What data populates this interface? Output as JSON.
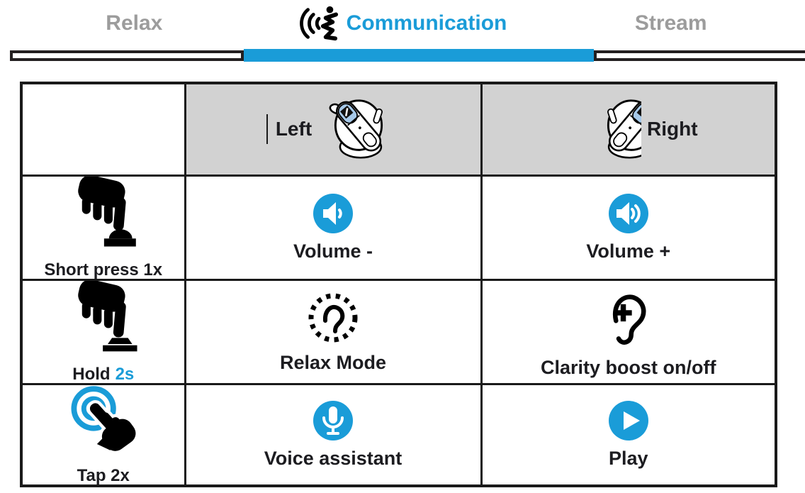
{
  "colors": {
    "accent": "#1a9cd8",
    "tab_inactive": "#9c9c9c",
    "table_header_bg": "#d2d2d2",
    "earbud_blue": "#a6c9e9",
    "text": "#1c1c20"
  },
  "tabs": {
    "relax": {
      "label": "Relax",
      "active": false
    },
    "communication": {
      "label": "Communication",
      "active": true,
      "icon": "speaking-head-icon"
    },
    "stream": {
      "label": "Stream",
      "active": false
    }
  },
  "table": {
    "header": {
      "left": "Left",
      "right": "Right",
      "left_icon": "earbud-left-illustration",
      "right_icon": "earbud-right-illustration"
    },
    "rows": [
      {
        "gesture_label": "Short press 1x",
        "gesture_time": "",
        "gesture_icon": "short-press-icon",
        "left_action": {
          "label": "Volume -",
          "icon": "volume-down-icon"
        },
        "right_action": {
          "label": "Volume +",
          "icon": "volume-up-icon"
        }
      },
      {
        "gesture_label": "Hold",
        "gesture_time": "2s",
        "gesture_icon": "hold-press-icon",
        "left_action": {
          "label": "Relax Mode",
          "icon": "relax-mode-icon"
        },
        "right_action": {
          "label": "Clarity boost on/off",
          "icon": "clarity-boost-icon"
        }
      },
      {
        "gesture_label": "Tap 2x",
        "gesture_time": "",
        "gesture_icon": "double-tap-icon",
        "left_action": {
          "label": "Voice assistant",
          "icon": "voice-assistant-icon"
        },
        "right_action": {
          "label": "Play",
          "icon": "play-icon"
        }
      }
    ]
  }
}
